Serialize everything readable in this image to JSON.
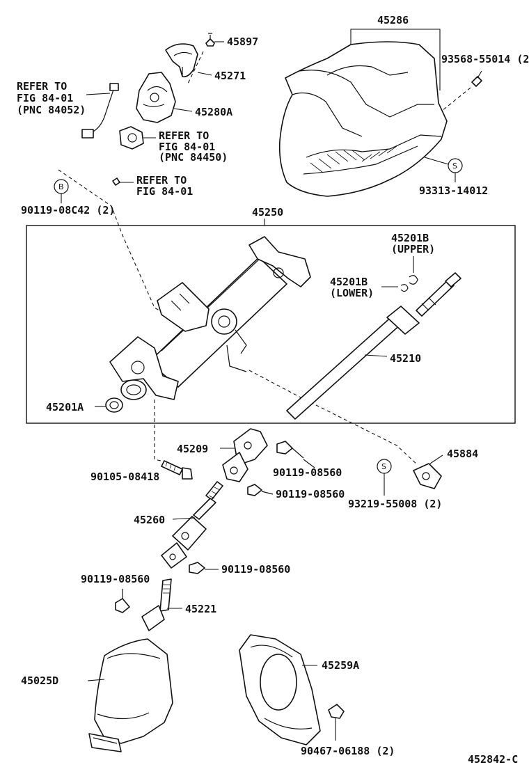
{
  "labels": {
    "p45897": "45897",
    "p45271": "45271",
    "p45280A": "45280A",
    "p45286": "45286",
    "p93568": "93568-55014 (2)",
    "p93313": "93313-14012",
    "refer1_l1": "REFER TO",
    "refer1_l2": "FIG 84-01",
    "refer1_l3": "(PNC 84052)",
    "refer2_l1": "REFER TO",
    "refer2_l2": "FIG 84-01",
    "refer2_l3": "(PNC 84450)",
    "refer3_l1": "REFER TO",
    "refer3_l2": "FIG 84-01",
    "p90119_08C42": "90119-08C42 (2)",
    "p45250": "45250",
    "p45201B_upper": "45201B",
    "upper": "(UPPER)",
    "p45201B_lower": "45201B",
    "lower": "(LOWER)",
    "p45210": "45210",
    "p45201A": "45201A",
    "p45209": "45209",
    "p90105": "90105-08418",
    "p90119_a": "90119-08560",
    "p90119_b": "90119-08560",
    "p45884": "45884",
    "p93219": "93219-55008 (2)",
    "p45260": "45260",
    "p90119_c": "90119-08560",
    "p90119_d": "90119-08560",
    "p45221": "45221",
    "p45025D": "45025D",
    "p45259A": "45259A",
    "p90467": "90467-06188 (2)",
    "diagram_id": "452842-C",
    "circle_b": "B",
    "circle_s1": "S",
    "circle_s2": "S"
  }
}
